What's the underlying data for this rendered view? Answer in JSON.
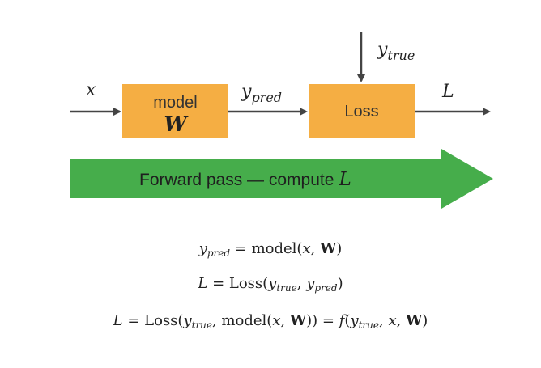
{
  "diagram": {
    "colors": {
      "box": "#f5ae43",
      "arrow": "#444444",
      "banner": "#46ad4b"
    },
    "nodes": {
      "model": {
        "label": "model",
        "symbol": "W"
      },
      "loss": {
        "label": "Loss"
      }
    },
    "edges": {
      "input": {
        "var": "x"
      },
      "pred": {
        "var": "y",
        "sub": "pred"
      },
      "true": {
        "var": "y",
        "sub": "true"
      },
      "output": {
        "var": "L"
      }
    },
    "banner": {
      "text": "Forward pass — compute",
      "symbol": "L"
    }
  },
  "equations": {
    "eq1": {
      "lhs": "y",
      "lhs_sub": "pred",
      "eq": " = ",
      "fn": "model(",
      "x": "x",
      "comma": ", ",
      "w": "W",
      "close": ")"
    },
    "eq2": {
      "lhs": "L",
      "eq": " = ",
      "fn": "Loss(",
      "a": "y",
      "a_sub": "true",
      "comma": ", ",
      "b": "y",
      "b_sub": "pred",
      "close": ")"
    },
    "eq3": {
      "lhs": "L",
      "eq": " = ",
      "fn": "Loss(",
      "a": "y",
      "a_sub": "true",
      "comma": ", ",
      "fn2": "model(",
      "x": "x",
      "comma2": ", ",
      "w": "W",
      "close2": "))",
      "eq2": " = ",
      "f": "f",
      "open": "(",
      "a2": "y",
      "a2_sub": "true",
      "comma3": ", ",
      "x2": "x",
      "comma4": ", ",
      "w2": "W",
      "close3": ")"
    }
  }
}
